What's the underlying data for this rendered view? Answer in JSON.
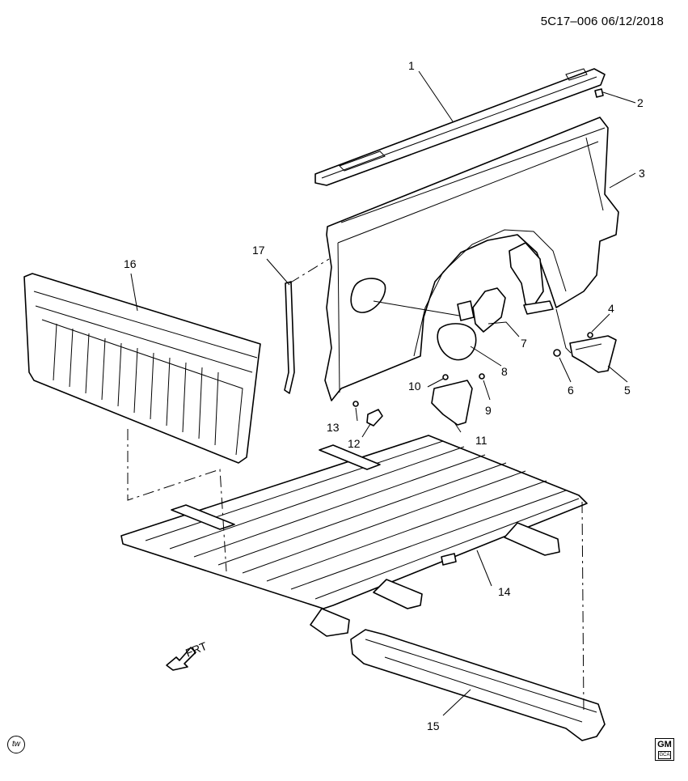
{
  "header": {
    "diagram_code": "5C17–006",
    "date": "06/12/2018"
  },
  "callouts": [
    "1",
    "2",
    "3",
    "4",
    "5",
    "6",
    "7",
    "8",
    "9",
    "10",
    "11",
    "12",
    "13",
    "14",
    "15",
    "16",
    "17"
  ],
  "direction_marker": {
    "label": "FRT",
    "icon": "front-direction-arrow-icon"
  },
  "footer": {
    "left_logo_text": "tw",
    "right_logo_text": "GM",
    "right_logo_subtext": "GCA"
  }
}
